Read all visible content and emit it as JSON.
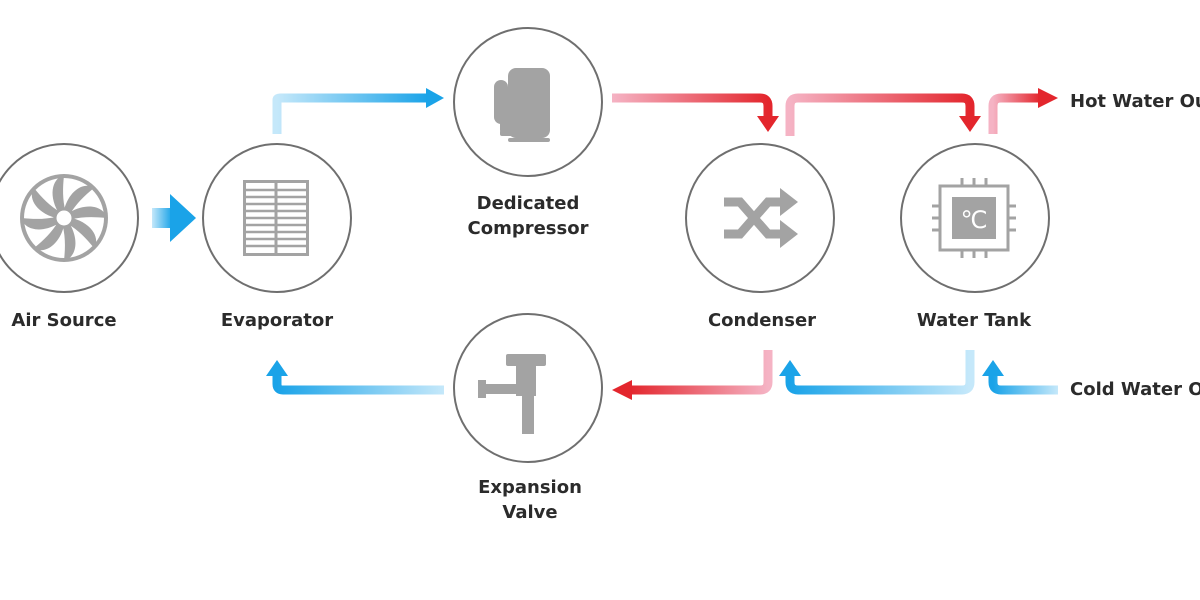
{
  "colors": {
    "cold": "#1aa3e8",
    "cold_light": "#c5e8fa",
    "hot": "#e3262d",
    "hot_light": "#f5b3c4",
    "icon": "#a3a3a3",
    "ring": "#6f6f6f",
    "text": "#2b2b2b"
  },
  "nodes": {
    "air_source": {
      "label": "Air Source",
      "icon": "fan-icon"
    },
    "evaporator": {
      "label": "Evaporator",
      "icon": "grille-icon"
    },
    "compressor": {
      "label_line1": "Dedicated",
      "label_line2": "Compressor",
      "icon": "compressor-icon"
    },
    "condenser": {
      "label": "Condenser",
      "icon": "shuffle-arrows-icon"
    },
    "water_tank": {
      "label": "Water Tank",
      "icon": "thermometer-celsius-icon",
      "symbol": "℃"
    },
    "expansion_valve": {
      "label_line1": "Expansion",
      "label_line2": "Valve",
      "icon": "valve-icon"
    }
  },
  "outputs": {
    "hot_water": "Hot Water Out",
    "cold_water": "Cold Water Out"
  }
}
